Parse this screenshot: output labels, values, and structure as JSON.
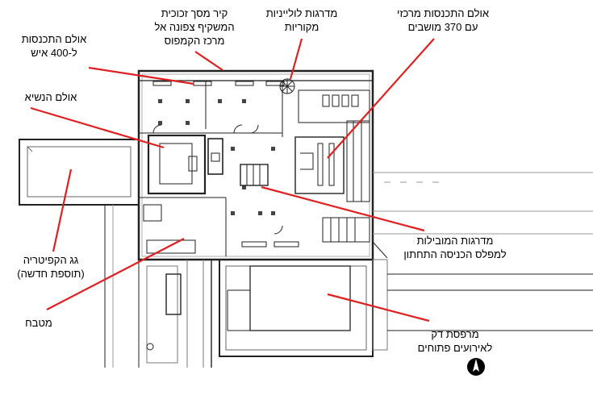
{
  "labels": {
    "hall_400": [
      "אולם התכנסות",
      "ל-400 איש"
    ],
    "glass_wall": [
      "קיר מסך זכוכית",
      "המשקיף צפונה אל",
      "מרכז הקמפוס"
    ],
    "spiral_stairs": [
      "מדרגות לולייניות",
      "מקוריות"
    ],
    "hall_370": [
      "אולם התכנסות מרכזי",
      "עם 370 מושבים"
    ],
    "president_hall": [
      "אולם הנשיא"
    ],
    "cafeteria_roof": [
      "גג הקפיטריה",
      "(תוספת חדשה)"
    ],
    "main_stairs": [
      "מדרגות המובילות",
      "למפלס הכניסה התחתון"
    ],
    "kitchen": [
      "מטבח"
    ],
    "deck": [
      "מרפסת דק",
      "לאירועים פתוחים"
    ]
  },
  "colors": {
    "line": "#000000",
    "leader": "#e02020",
    "wall": "#222222",
    "fine": "#555555"
  },
  "icons": {
    "north": "north-arrow-icon"
  }
}
